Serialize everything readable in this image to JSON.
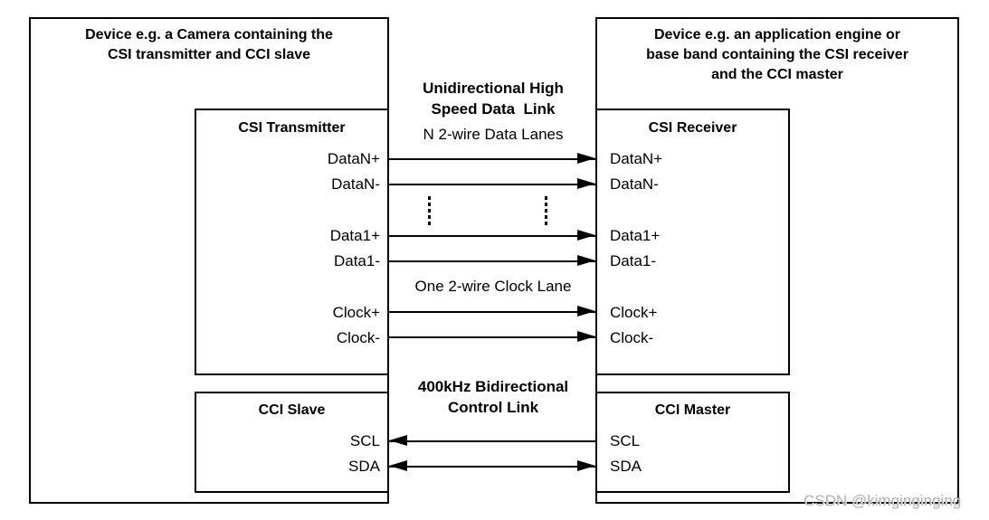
{
  "left_device": {
    "title": "Device e.g. a Camera containing the CSI transmitter and CCI slave",
    "title_lines": [
      "Device e.g. a Camera containing the",
      "CSI transmitter and CCI slave"
    ],
    "csi_block": {
      "title": "CSI Transmitter",
      "signals": [
        "DataN+",
        "DataN-",
        "Data1+",
        "Data1-",
        "Clock+",
        "Clock-"
      ]
    },
    "cci_block": {
      "title": "CCI Slave",
      "signals": [
        "SCL",
        "SDA"
      ]
    }
  },
  "right_device": {
    "title": "Device e.g. an application engine or base band containing the CSI receiver and the CCI master",
    "title_lines": [
      "Device e.g. an application engine or",
      "base band containing the CSI receiver",
      "and the CCI master"
    ],
    "csi_block": {
      "title": "CSI Receiver",
      "signals": [
        "DataN+",
        "DataN-",
        "Data1+",
        "Data1-",
        "Clock+",
        "Clock-"
      ]
    },
    "cci_block": {
      "title": "CCI Master",
      "signals": [
        "SCL",
        "SDA"
      ]
    }
  },
  "links": {
    "data_link_title": "Unidirectional High Speed Data  Link",
    "data_link_title_lines": [
      "Unidirectional High",
      "Speed Data  Link"
    ],
    "data_link_subtitle": "N 2-wire Data Lanes",
    "clock_lane_label": "One 2-wire Clock Lane",
    "control_link_title": "400kHz Bidirectional Control Link",
    "control_link_title_lines": [
      "400kHz Bidirectional",
      "Control Link"
    ]
  },
  "watermark": "CSDN @kimginginging",
  "colors": {
    "background": "#ffffff",
    "line": "#000000",
    "text": "#000000",
    "watermark": "#b5b5b5"
  }
}
